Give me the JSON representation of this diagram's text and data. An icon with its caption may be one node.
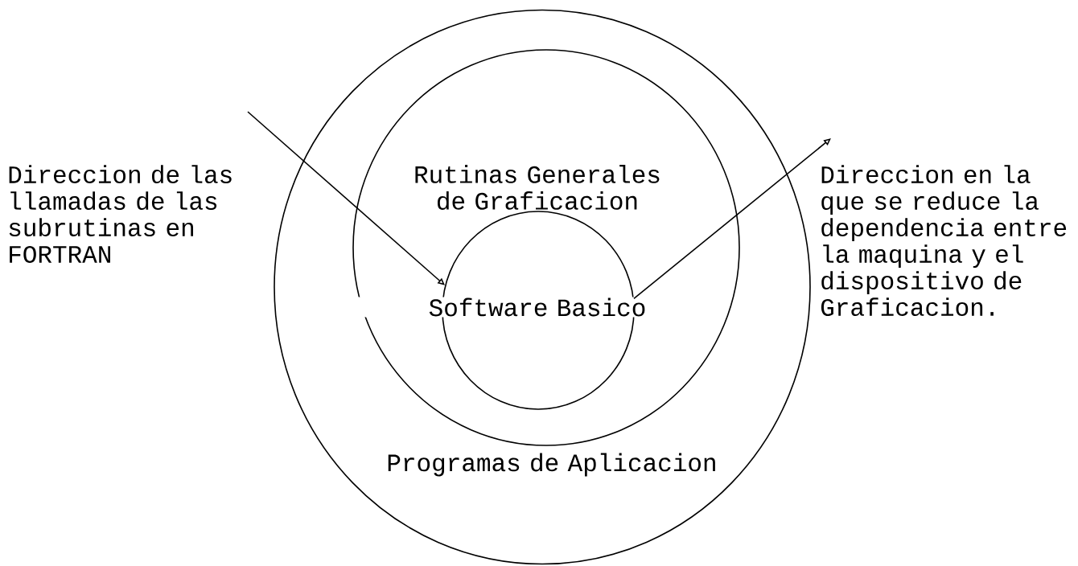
{
  "diagram": {
    "nodes": [
      {
        "text": [
          "Programas de Aplicacion"
        ]
      },
      {
        "text": [
          "Rutinas Generales de Graficacion"
        ],
        "in": 0
      },
      {
        "text": [
          "Software Basico"
        ],
        "in": 1
      }
    ],
    "edges": [
      {
        "from": null,
        "to": 2,
        "arrow": "to"
      },
      {
        "from": 2,
        "to": null,
        "arrow": "to"
      }
    ],
    "labels": [
      "Direccion de las llamadas de las subrutinas en FORTRAN",
      "Direccion en la que se reduce la dependencia entre la maquina y el dispositivo de Graficacion."
    ]
  }
}
